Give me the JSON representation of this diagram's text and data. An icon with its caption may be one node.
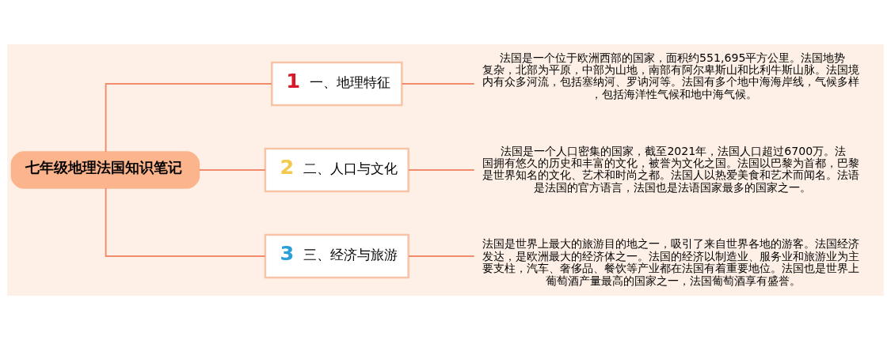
{
  "diagram": {
    "nodes": [
      {
        "text": [
          "七年级地理法国知识笔记"
        ]
      },
      {
        "text": [
          "1",
          "一、地理特征"
        ]
      },
      {
        "text": [
          "2",
          "二、人口与文化"
        ]
      },
      {
        "text": [
          "3",
          "三、经济与旅游"
        ]
      },
      {
        "text": [
          "法国是一个位于欧洲西部的国家，面积约551,695平方公里。法国地势复杂，北部为平原，中部为山地，南部有阿尔卑斯山和比利牛斯山脉。法国境内有众多河流，包括塞纳河、罗讷河等。法国有多个地中海海岸线，气候多样，包括海洋性气候和地中海气候。"
        ]
      },
      {
        "text": [
          "法国是一个人口密集的国家，截至2021年，法国人口超过6700万。法国拥有悠久的历史和丰富的文化，被誉为文化之国。法国以巴黎为首都，巴黎是世界知名的文化、艺术和时尚之都。法国人以热爱美食和艺术而闻名。法语是法国的官方语言，法国也是法语国家最多的国家之一。"
        ]
      },
      {
        "text": [
          "法国是世界上最大的旅游目的地之一，吸引了来自世界各地的游客。法国经济发达，是欧洲最大的经济体之一。法国的经济以制造业、服务业和旅游业为主要支柱，汽车、奢侈品、餐饮等产业都在法国有着重要地位。法国也是世界上葡萄酒产量最高的国家之一，法国葡萄酒享有盛誉。"
        ]
      }
    ],
    "edges": [
      {
        "from": 0,
        "to": 1,
        "arrow": "none"
      },
      {
        "from": 0,
        "to": 2,
        "arrow": "none"
      },
      {
        "from": 0,
        "to": 3,
        "arrow": "none"
      },
      {
        "from": 1,
        "to": 4,
        "arrow": "none"
      },
      {
        "from": 2,
        "to": 5,
        "arrow": "none"
      },
      {
        "from": 3,
        "to": 6,
        "arrow": "none"
      }
    ]
  }
}
